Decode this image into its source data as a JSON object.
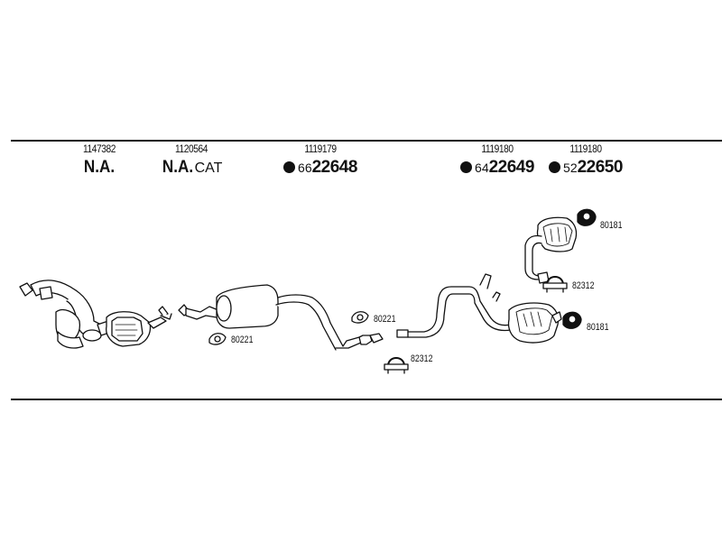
{
  "columns": [
    {
      "ref": "1147382",
      "code": "N.A.",
      "suffix": "",
      "has_dot": false,
      "prefix": ""
    },
    {
      "ref": "1120564",
      "code": "N.A.",
      "suffix": "CAT",
      "has_dot": false,
      "prefix": ""
    },
    {
      "ref": "1119179",
      "code": "22648",
      "suffix": "",
      "has_dot": true,
      "prefix": "66"
    },
    {
      "ref": "1119180",
      "code": "22649",
      "suffix": "",
      "has_dot": true,
      "prefix": "64"
    },
    {
      "ref": "1119180",
      "code": "22650",
      "suffix": "",
      "has_dot": true,
      "prefix": "52"
    }
  ],
  "part_labels": {
    "gasket_left": "80221",
    "gasket_mid": "80221",
    "clamp_mid": "82312",
    "hanger_top": "80181",
    "clamp_right": "82312",
    "hanger_right": "80181"
  }
}
